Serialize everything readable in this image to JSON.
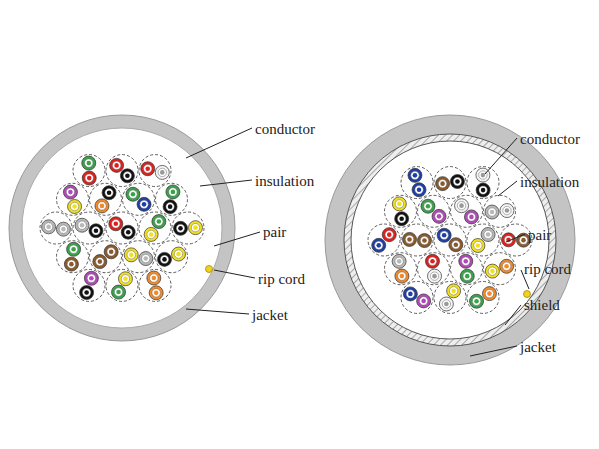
{
  "diagram": {
    "labels": [
      "conductor",
      "insulation",
      "pair",
      "rip cord",
      "jacket",
      "conductor",
      "insulation",
      "pair",
      "rip cord",
      "shield",
      "jacket"
    ]
  }
}
